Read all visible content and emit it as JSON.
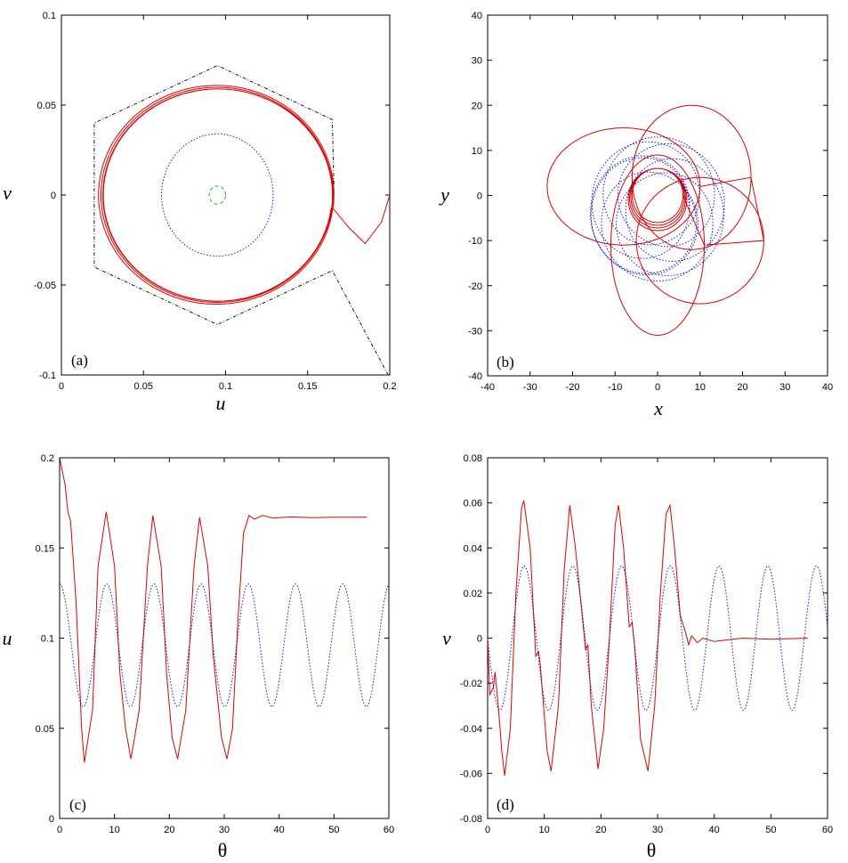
{
  "chart_data": [
    {
      "panel": "(a)",
      "type": "line",
      "xlabel": "u",
      "ylabel": "v",
      "xlim": [
        0,
        0.2
      ],
      "ylim": [
        -0.1,
        0.1
      ],
      "xticks": [
        "0",
        "0.05",
        "0.1",
        "0.15",
        "0.2"
      ],
      "yticks": [
        "-0.1",
        "-0.05",
        "0",
        "0.05",
        "0.1"
      ],
      "series": [
        {
          "color": "#e00000",
          "style": "solid",
          "shape": "spiral",
          "start": [
            0.2,
            0.0
          ],
          "end": [
            0.1665,
            0.0
          ],
          "r_start": 0.06,
          "r_end": 0.059
        },
        {
          "color": "#0000cc",
          "style": "dotted",
          "shape": "circle",
          "center": [
            0.095,
            0.0
          ],
          "radius": 0.034
        },
        {
          "color": "#00aa00",
          "style": "dashed",
          "shape": "circle",
          "center": [
            0.095,
            0.0
          ],
          "radius": 0.005
        },
        {
          "color": "#000000",
          "style": "dash-dot",
          "shape": "separatrix",
          "points": [
            [
              0.199,
              -0.1
            ],
            [
              0.165,
              -0.042
            ],
            [
              0.095,
              -0.072
            ],
            [
              0.02,
              -0.04
            ],
            [
              0.02,
              0.04
            ],
            [
              0.095,
              0.072
            ],
            [
              0.165,
              0.042
            ],
            [
              0.166,
              0.005
            ]
          ]
        }
      ]
    },
    {
      "panel": "(b)",
      "type": "line",
      "xlabel": "x",
      "ylabel": "y",
      "xlim": [
        -40,
        40
      ],
      "ylim": [
        -40,
        40
      ],
      "xticks": [
        "-40",
        "-30",
        "-20",
        "-10",
        "0",
        "10",
        "20",
        "30",
        "40"
      ],
      "yticks": [
        "-40",
        "-30",
        "-20",
        "-10",
        "0",
        "10",
        "20",
        "30",
        "40"
      ],
      "series": [
        {
          "color": "#e00000",
          "style": "solid",
          "shape": "rosette orbit",
          "petals": [
            [
              -8,
              2,
              18,
              13
            ],
            [
              8,
              4,
              14,
              16
            ],
            [
              10,
              -10,
              15,
              14
            ],
            [
              0,
              -11,
              11,
              20
            ]
          ],
          "final_circle": {
            "center": [
              0,
              0
            ],
            "radius": 6
          }
        },
        {
          "color": "#0000cc",
          "style": "dotted",
          "shape": "precessing orbit",
          "rmin": 7.5,
          "rmax": 16
        }
      ]
    },
    {
      "panel": "(c)",
      "type": "line",
      "xlabel": "θ",
      "ylabel": "u",
      "xlim": [
        0,
        60
      ],
      "ylim": [
        0,
        0.2
      ],
      "xticks": [
        "0",
        "10",
        "20",
        "30",
        "40",
        "50",
        "60"
      ],
      "yticks": [
        "0",
        "0.05",
        "0.1",
        "0.15",
        "0.2"
      ],
      "series": [
        {
          "color": "#e00000",
          "style": "solid",
          "points": [
            [
              0,
              0.2
            ],
            [
              1,
              0.185
            ],
            [
              1.5,
              0.17
            ],
            [
              2,
              0.165
            ],
            [
              3,
              0.12
            ],
            [
              4,
              0.05
            ],
            [
              4.5,
              0.031
            ],
            [
              6,
              0.06
            ],
            [
              7,
              0.14
            ],
            [
              8.5,
              0.17
            ],
            [
              10,
              0.14
            ],
            [
              11,
              0.08
            ],
            [
              12,
              0.05
            ],
            [
              13,
              0.033
            ],
            [
              14.5,
              0.06
            ],
            [
              16,
              0.14
            ],
            [
              17,
              0.168
            ],
            [
              18.5,
              0.14
            ],
            [
              19.5,
              0.08
            ],
            [
              20.5,
              0.045
            ],
            [
              21.5,
              0.033
            ],
            [
              23,
              0.06
            ],
            [
              24.5,
              0.14
            ],
            [
              25.5,
              0.167
            ],
            [
              27,
              0.14
            ],
            [
              28,
              0.09
            ],
            [
              29.5,
              0.045
            ],
            [
              30.5,
              0.033
            ],
            [
              31.5,
              0.05
            ],
            [
              32.5,
              0.11
            ],
            [
              33.5,
              0.158
            ],
            [
              34.5,
              0.168
            ],
            [
              35.5,
              0.166
            ],
            [
              37,
              0.168
            ],
            [
              39,
              0.1665
            ],
            [
              42,
              0.1672
            ],
            [
              46,
              0.1668
            ],
            [
              50,
              0.167
            ],
            [
              56,
              0.167
            ]
          ]
        },
        {
          "color": "#0000cc",
          "style": "dotted",
          "period": 8.6,
          "min": 0.062,
          "max": 0.13,
          "start": [
            0,
            0.13
          ]
        }
      ]
    },
    {
      "panel": "(d)",
      "type": "line",
      "xlabel": "θ",
      "ylabel": "v",
      "xlim": [
        0,
        60
      ],
      "ylim": [
        -0.08,
        0.08
      ],
      "xticks": [
        "0",
        "10",
        "20",
        "30",
        "40",
        "50",
        "60"
      ],
      "yticks": [
        "-0.08",
        "-0.06",
        "-0.04",
        "-0.02",
        "0",
        "0.02",
        "0.04",
        "0.06",
        "0.08"
      ],
      "series": [
        {
          "color": "#e00000",
          "style": "solid",
          "points": [
            [
              0,
              0.0
            ],
            [
              0.4,
              -0.025
            ],
            [
              1,
              -0.022
            ],
            [
              1.3,
              -0.015
            ],
            [
              1.8,
              -0.028
            ],
            [
              2.5,
              -0.05
            ],
            [
              3,
              -0.061
            ],
            [
              4,
              -0.04
            ],
            [
              5,
              0.02
            ],
            [
              6,
              0.058
            ],
            [
              6.4,
              0.061
            ],
            [
              7.5,
              0.04
            ],
            [
              8.5,
              -0.008
            ],
            [
              9,
              -0.006
            ],
            [
              9.3,
              -0.012
            ],
            [
              10.5,
              -0.05
            ],
            [
              11.2,
              -0.059
            ],
            [
              12.5,
              -0.03
            ],
            [
              13.5,
              0.03
            ],
            [
              14.5,
              0.059
            ],
            [
              15.5,
              0.04
            ],
            [
              16.5,
              0.015
            ],
            [
              17.3,
              -0.005
            ],
            [
              17.7,
              -0.003
            ],
            [
              18.3,
              -0.03
            ],
            [
              19.5,
              -0.058
            ],
            [
              20.5,
              -0.04
            ],
            [
              21.5,
              0.0
            ],
            [
              22.5,
              0.05
            ],
            [
              23.1,
              0.059
            ],
            [
              24,
              0.04
            ],
            [
              25,
              0.005
            ],
            [
              25.5,
              0.007
            ],
            [
              26,
              -0.005
            ],
            [
              27,
              -0.045
            ],
            [
              28.3,
              -0.059
            ],
            [
              29.5,
              -0.03
            ],
            [
              30.5,
              0.02
            ],
            [
              31.5,
              0.055
            ],
            [
              32.2,
              0.059
            ],
            [
              33,
              0.04
            ],
            [
              34,
              0.01
            ],
            [
              35,
              0.002
            ],
            [
              35.5,
              -0.003
            ],
            [
              36,
              0.001
            ],
            [
              37,
              -0.002
            ],
            [
              38,
              0.0
            ],
            [
              40,
              -0.0015
            ],
            [
              45,
              0.0
            ],
            [
              50,
              -0.0005
            ],
            [
              56.5,
              0.0
            ]
          ]
        },
        {
          "color": "#0000cc",
          "style": "dotted",
          "period": 8.6,
          "amplitude": 0.032,
          "phase_shift": 2.15
        }
      ]
    }
  ]
}
